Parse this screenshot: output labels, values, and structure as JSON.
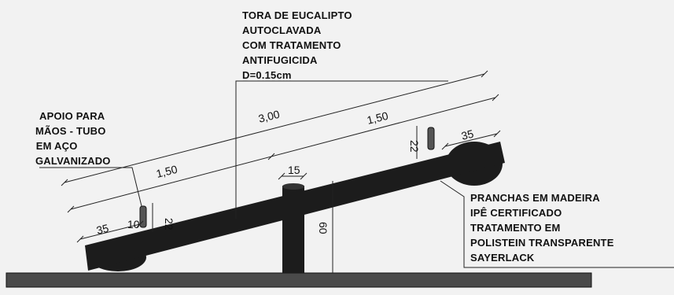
{
  "annotations": {
    "log": [
      "TORA DE EUCALIPTO",
      "AUTOCLAVADA",
      "COM TRATAMENTO",
      "ANTIFUGICIDA",
      "D=0.15cm"
    ],
    "handle": [
      "APOIO PARA",
      "MÃOS - TUBO",
      " EM AÇO",
      "GALVANIZADO"
    ],
    "planks": [
      "PRANCHAS EM MADEIRA",
      "IPÊ CERTIFICADO",
      "TRATAMENTO EM",
      "POLISTEIN TRANSPARENTE",
      "SAYERLACK"
    ]
  },
  "dimensions": {
    "total_length": "3,00",
    "half_left": "1,50",
    "half_right": "1,50",
    "seat_left": "35",
    "seat_right": "35",
    "handle_offset": "10",
    "handle_height_left": "22",
    "handle_height_right": "22",
    "post_diameter": "15",
    "post_height": "60"
  },
  "colors": {
    "structure": "#1c1c1c",
    "background": "#f2f2f2",
    "ground": "#4a4a4a"
  }
}
